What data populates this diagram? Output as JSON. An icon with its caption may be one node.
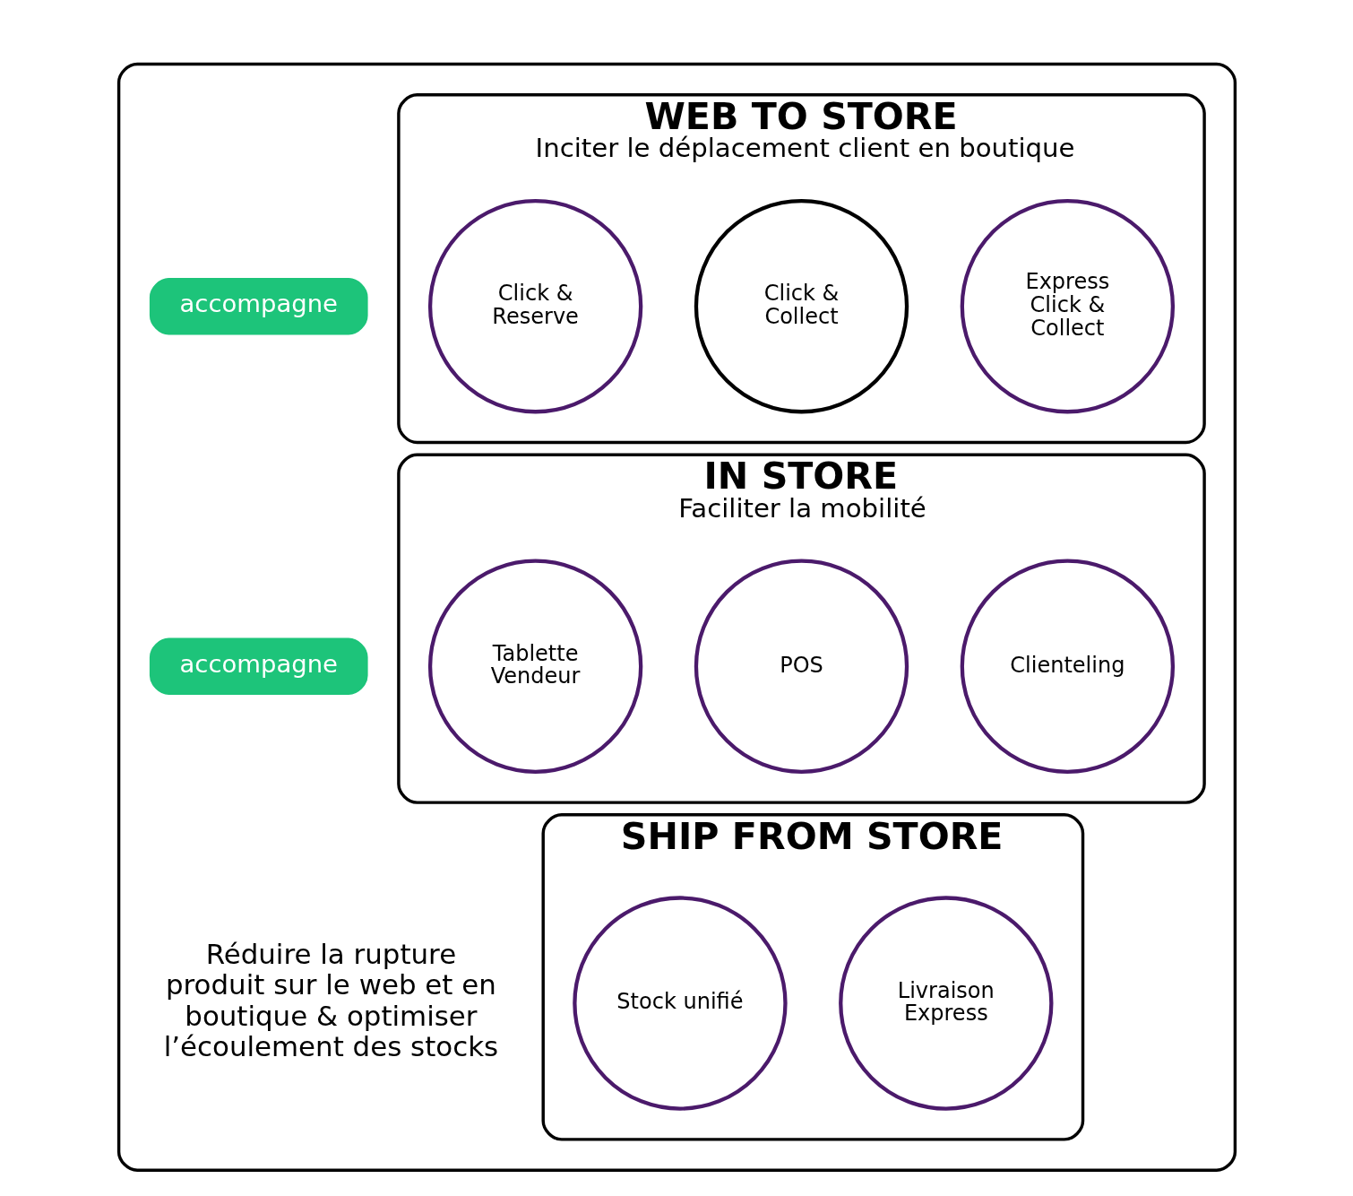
{
  "diagram": {
    "nodes": [
      {
        "text": [],
        "shape": "box"
      },
      {
        "text": [
          "WEB TO STORE",
          "Inciter le déplacement client en boutique"
        ],
        "in": 0
      },
      {
        "text": [
          "accompagne"
        ],
        "in": 0
      },
      {
        "text": [
          "Click & Reserve"
        ],
        "in": 1
      },
      {
        "text": [
          "Click & Collect"
        ],
        "in": 1
      },
      {
        "text": [
          "Express Click & Collect"
        ],
        "in": 1
      },
      {
        "text": [
          "IN STORE",
          "Faciliter la mobilité"
        ],
        "in": 0
      },
      {
        "text": [
          "accompagne"
        ],
        "in": 0
      },
      {
        "text": [
          "Tablette Vendeur"
        ],
        "in": 6
      },
      {
        "text": [
          "POS"
        ],
        "in": 6
      },
      {
        "text": [
          "Clienteling"
        ],
        "in": 6
      },
      {
        "text": [
          "SHIP FROM STORE"
        ],
        "in": 0,
        "beside": [
          "Réduire la rupture produit sur le web et en boutique & optimiser l’écoulement des stocks"
        ]
      },
      {
        "text": [
          "Stock unifié"
        ],
        "in": 11
      },
      {
        "text": [
          "Livraison Express"
        ],
        "in": 11
      }
    ]
  }
}
